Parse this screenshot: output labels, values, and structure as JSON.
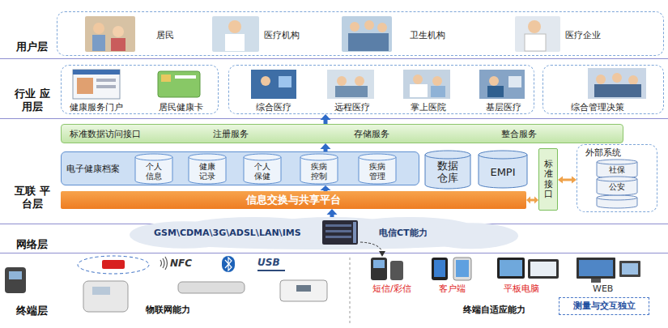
{
  "diagram": {
    "nodes": [
      {
        "text": [
          "居民",
          "医疗机构",
          "卫生机构",
          "医疗企业"
        ]
      },
      {
        "text": [
          "健康服务门户",
          "居民健康卡"
        ]
      },
      {
        "text": [
          "综合医疗",
          "远程医疗",
          "掌上医院",
          "基层医疗"
        ]
      },
      {
        "text": [
          "综合管理决策"
        ]
      },
      {
        "text": [
          "标准数据访问接口",
          "注册服务",
          "存储服务",
          "整合服务"
        ]
      },
      {
        "text": [
          "电子健康档案"
        ]
      },
      {
        "text": [
          "个人 信息"
        ],
        "in": 5
      },
      {
        "text": [
          "健康 记录"
        ],
        "in": 5
      },
      {
        "text": [
          "个人 保健"
        ],
        "in": 5
      },
      {
        "text": [
          "疾病 控制"
        ],
        "in": 5
      },
      {
        "text": [
          "疾病 管理"
        ],
        "in": 5
      },
      {
        "text": [
          "数据 仓库"
        ]
      },
      {
        "text": [
          "EMPI"
        ]
      },
      {
        "text": [
          "标准接口"
        ]
      },
      {
        "text": [
          "外部系统"
        ]
      },
      {
        "text": [
          "社保"
        ],
        "in": 14
      },
      {
        "text": [
          "公安"
        ],
        "in": 14
      },
      {
        "text": [
          "信息交换与共享平台"
        ]
      },
      {
        "text": [
          "GSM\\CDMA\\3G\\ADSL\\LAN\\IMS",
          "电信CT能力"
        ]
      },
      {
        "text": [
          "测量与交互独立"
        ]
      }
    ],
    "edges": [
      {
        "from": 4,
        "to": 2,
        "arrow": "to"
      },
      {
        "from": 5,
        "to": 4,
        "arrow": "to"
      },
      {
        "from": 17,
        "to": 5,
        "arrow": "to"
      },
      {
        "from": 17,
        "to": 13,
        "arrow": "both"
      },
      {
        "from": 13,
        "to": 14,
        "arrow": "both"
      },
      {
        "from": 18,
        "to": 17,
        "arrow": "to"
      }
    ],
    "labels": [
      "用户层",
      "行业 应用层",
      "互联 平台层",
      "网络层",
      "终端层",
      "NFC",
      "USB",
      "物联网能力",
      "短信/彩信",
      "客户端",
      "平板电脑",
      "WEB",
      "终端自适应能力"
    ]
  }
}
